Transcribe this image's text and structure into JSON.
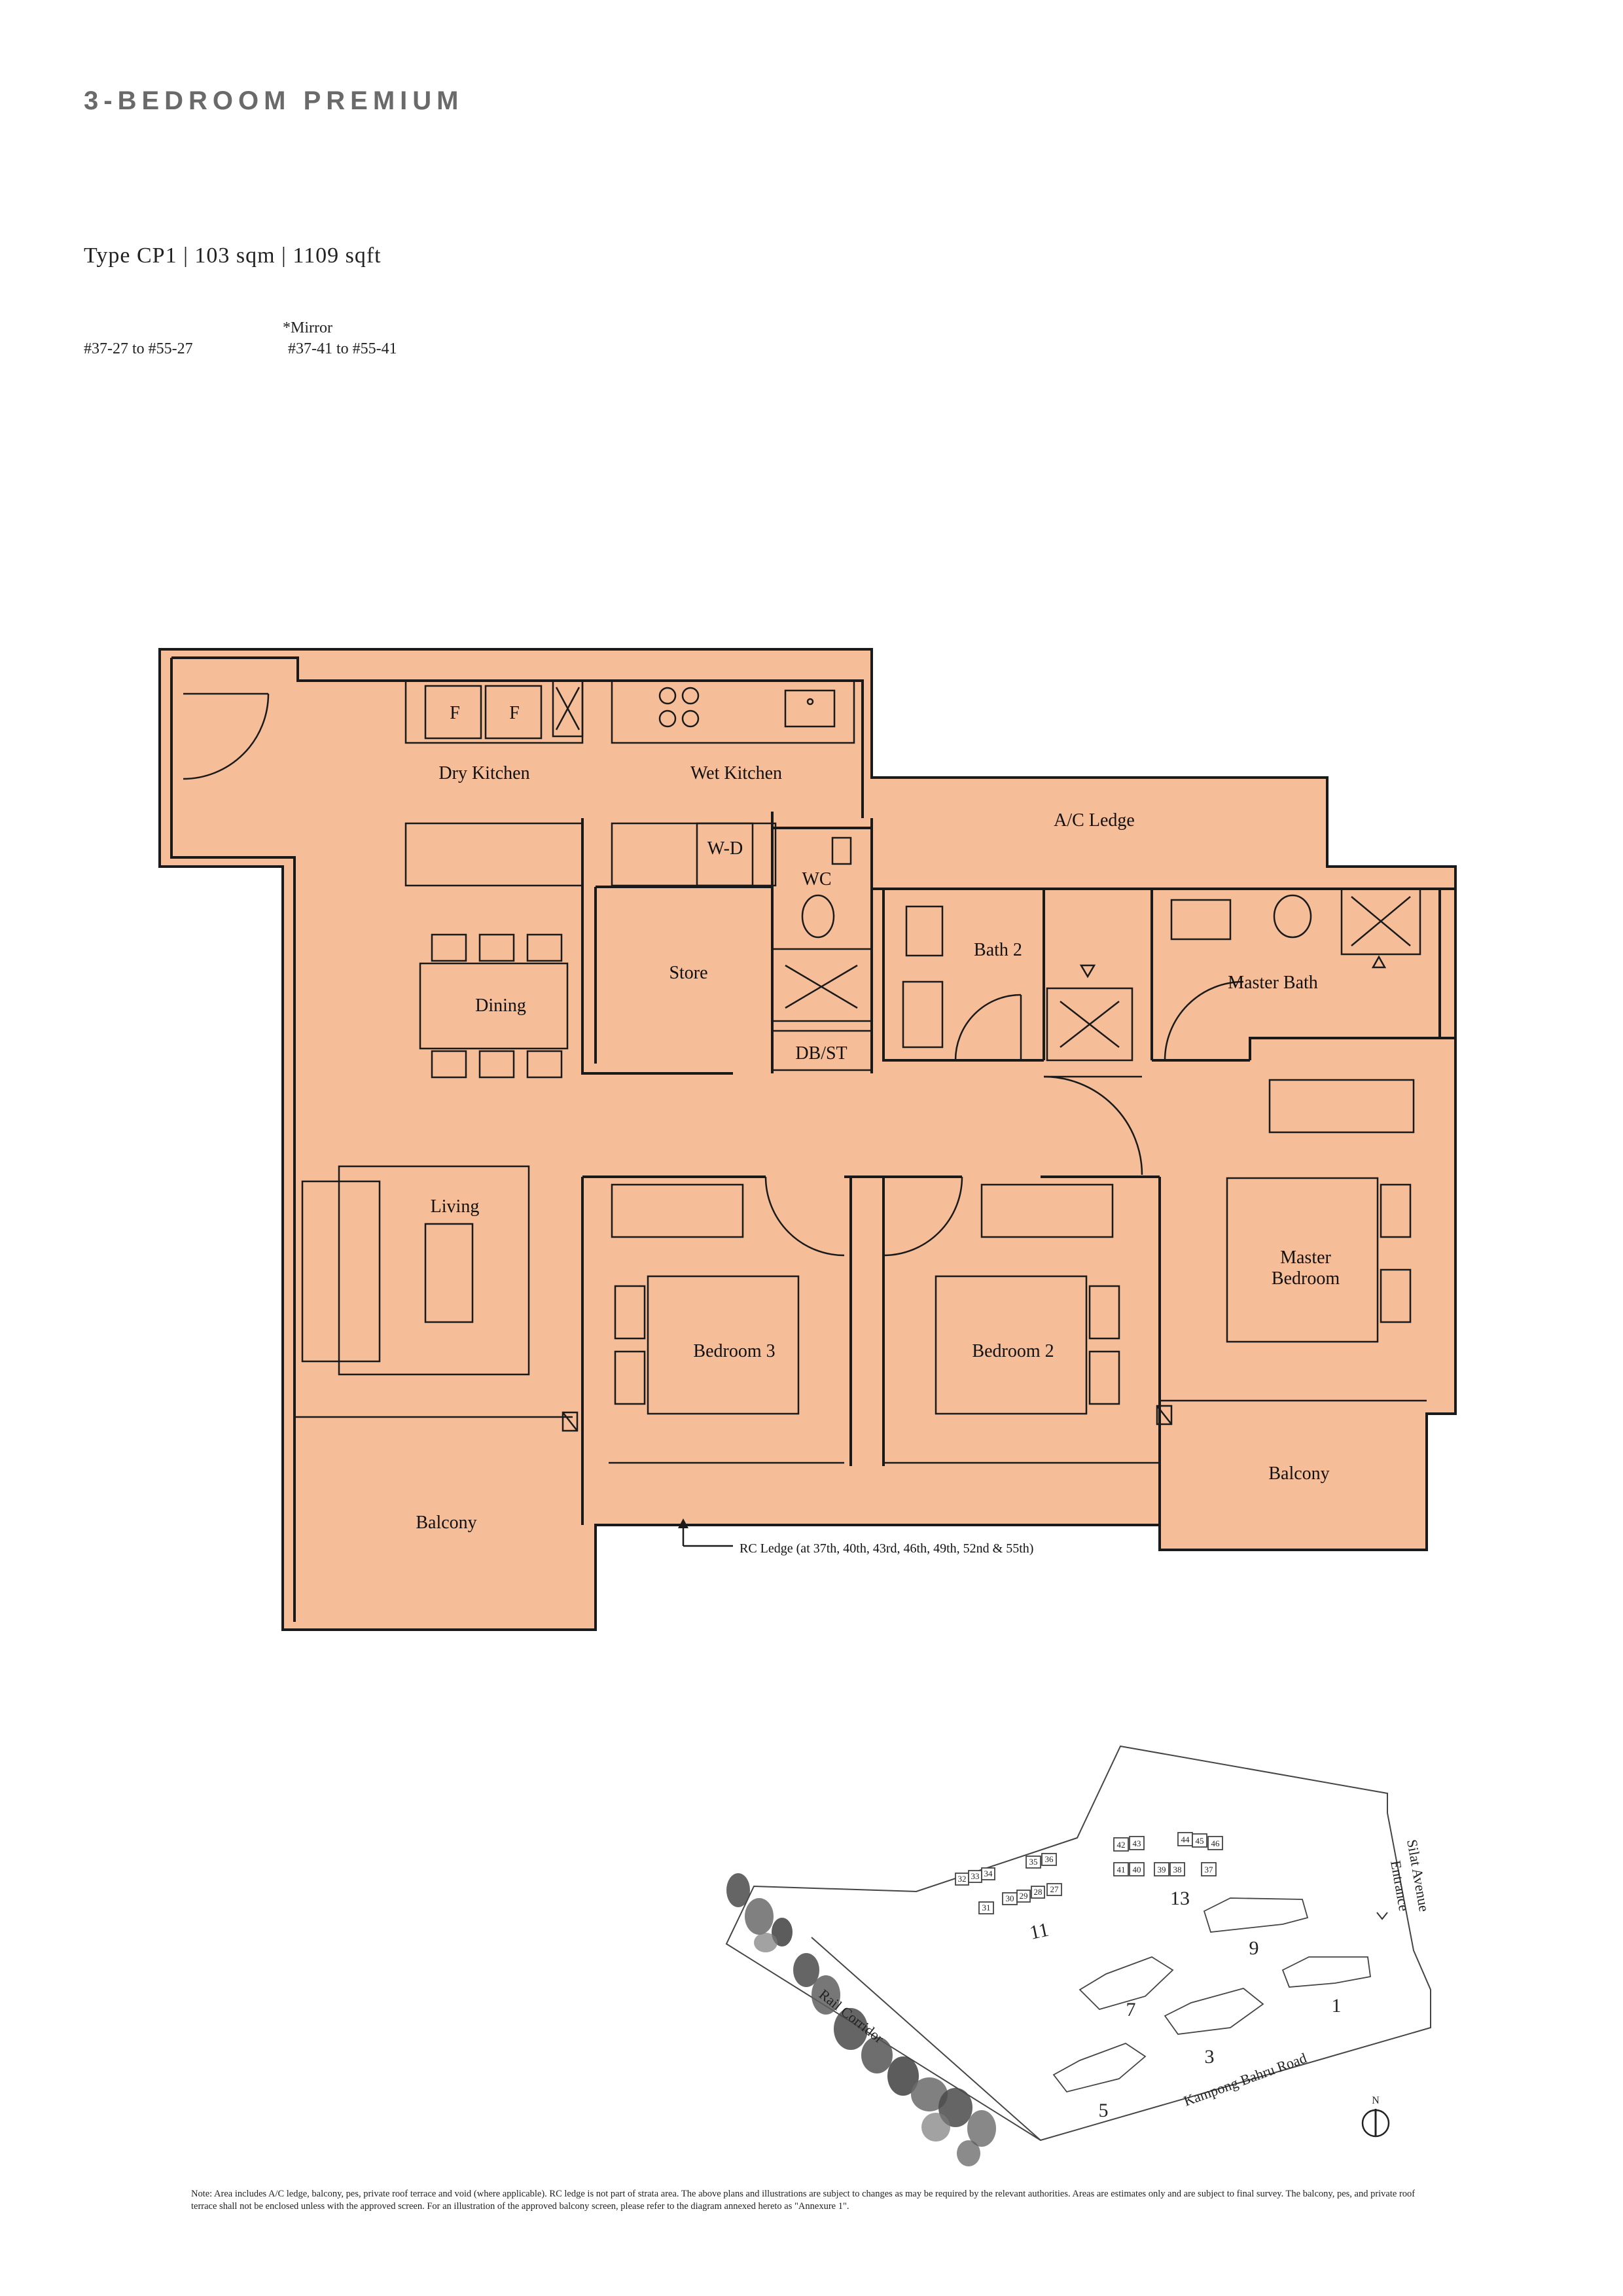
{
  "heading": "3-BEDROOM PREMIUM",
  "unit_type": "Type CP1 | 103 sqm | 1109 sqft",
  "units_primary": "#37-27 to #55-27",
  "mirror_label": "*Mirror",
  "units_mirror": "#37-41 to #55-41",
  "rooms": {
    "dry_kitchen": "Dry Kitchen",
    "wet_kitchen": "Wet Kitchen",
    "ac_ledge": "A/C Ledge",
    "wd": "W-D",
    "wc": "WC",
    "store": "Store",
    "dining": "Dining",
    "bath2": "Bath 2",
    "master_bath": "Master Bath",
    "dbst": "DB/ST",
    "living": "Living",
    "bedroom3": "Bedroom 3",
    "bedroom2": "Bedroom 2",
    "master_bedroom_1": "Master",
    "master_bedroom_2": "Bedroom",
    "balcony_left": "Balcony",
    "balcony_right": "Balcony",
    "fridge1": "F",
    "fridge2": "F"
  },
  "rc_ledge_note": "RC Ledge (at 37th, 40th, 43rd, 46th, 49th, 52nd & 55th)",
  "site_plan": {
    "blocks": [
      "11",
      "13",
      "9",
      "7",
      "3",
      "1",
      "5"
    ],
    "units_block11": [
      "32",
      "33",
      "34",
      "35",
      "36",
      "31",
      "30",
      "29",
      "28",
      "27"
    ],
    "units_block13": [
      "42",
      "43",
      "44",
      "45",
      "46",
      "41",
      "40",
      "39",
      "38",
      "37"
    ],
    "roads": {
      "rail": "Rail Corridor",
      "kampong": "Kampong Bahru Road",
      "silat_1": "Silat Avenue",
      "silat_2": "Entrance"
    },
    "north": "N"
  },
  "colors": {
    "floor_fill": "#f5bd98",
    "wall": "#1a1a1a",
    "heading_gray": "#6a6a6a"
  },
  "note": "Note: Area includes A/C ledge, balcony, pes, private roof terrace and void (where applicable). RC ledge is not part of strata area. The above plans and illustrations are subject to changes as may be required by the relevant authorities. Areas are estimates only and are subject to final survey. The balcony, pes, and private roof terrace shall not be enclosed unless with the approved screen. For an illustration of the approved balcony screen, please refer to the diagram annexed hereto as \"Annexure 1\"."
}
